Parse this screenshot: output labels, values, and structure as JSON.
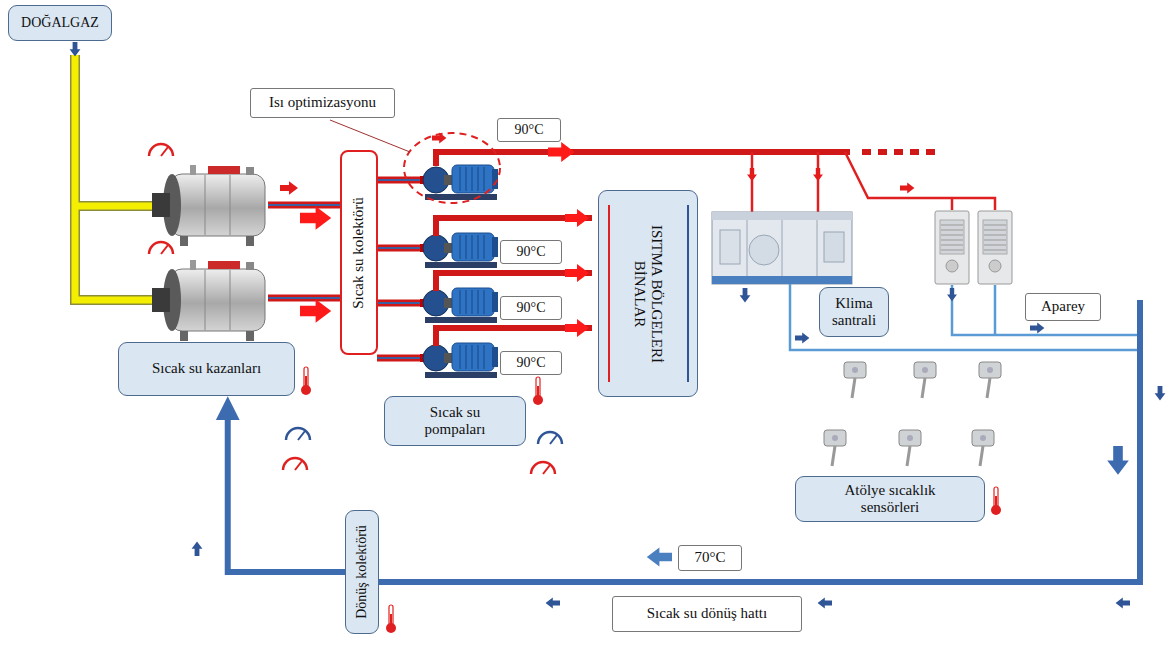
{
  "diagram": {
    "nodes": [
      {
        "text": [
          "DOĞALGAZ"
        ]
      },
      {
        "text": [
          "Isı optimizasyonu"
        ]
      },
      {
        "text": [
          "90°C"
        ]
      },
      {
        "text": [
          "Sıcak su kolektörü"
        ]
      },
      {
        "text": [
          "ISITMA BÖLGELERİ BİNALAR"
        ]
      },
      {
        "text": [
          "90°C"
        ]
      },
      {
        "text": [
          "90°C"
        ]
      },
      {
        "text": [
          "90°C"
        ]
      },
      {
        "text": [
          "Sıcak su kazanları"
        ]
      },
      {
        "text": [
          "Sıcak su pompaları"
        ]
      },
      {
        "text": [
          "Klima santrali"
        ]
      },
      {
        "text": [
          "Aparey"
        ]
      },
      {
        "text": [
          "Atölye sıcaklık sensörleri"
        ]
      },
      {
        "text": [
          "Dönüş kolektörü"
        ]
      },
      {
        "text": [
          "70°C"
        ]
      },
      {
        "text": [
          "Sıcak su dönüş hattı"
        ]
      }
    ],
    "edges": [
      {
        "from": 13,
        "to": 8,
        "arrow": "to"
      }
    ]
  }
}
